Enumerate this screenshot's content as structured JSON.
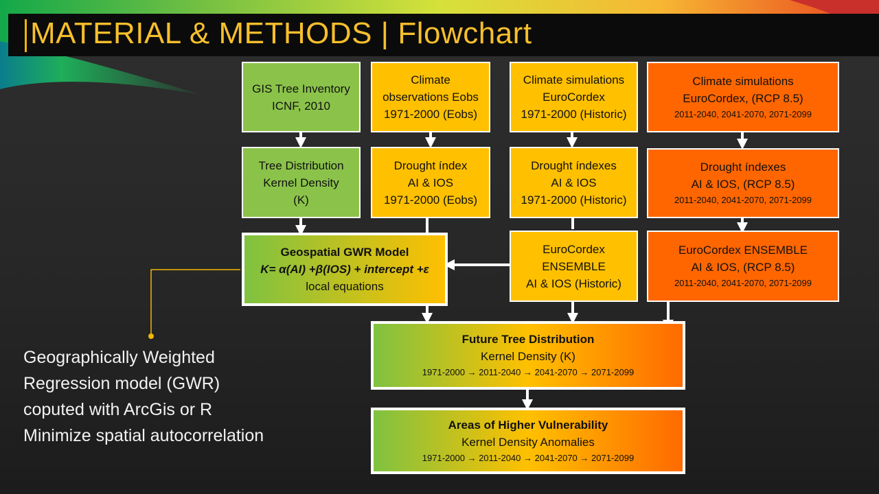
{
  "title": "MATERIAL & METHODS | Flowchart",
  "boxes": {
    "gis": {
      "line1": "GIS Tree Inventory",
      "line2": "ICNF, 2010"
    },
    "clim_obs": {
      "line1": "Climate",
      "line2": "observations Eobs",
      "line3": "1971-2000 (Eobs)"
    },
    "clim_sim_hist": {
      "line1": "Climate simulations",
      "line2": "EuroCordex",
      "line3": "1971-2000 (Historic)"
    },
    "clim_sim_rcp": {
      "line1": "Climate simulations",
      "line2": "EuroCordex, (RCP 8.5)",
      "line3": "2011-2040, 2041-2070, 2071-2099"
    },
    "tree_dist": {
      "line1": "Tree Distribution",
      "line2": "Kernel Density",
      "line3": "(K)"
    },
    "drought_obs": {
      "line1": "Drought índex",
      "line2": "AI & IOS",
      "line3": "1971-2000 (Eobs)"
    },
    "drought_hist": {
      "line1": "Drought índexes",
      "line2": "AI & IOS",
      "line3": "1971-2000 (Historic)"
    },
    "drought_rcp": {
      "line1": "Drought índexes",
      "line2": "AI & IOS,  (RCP 8.5)",
      "line3": "2011-2040, 2041-2070, 2071-2099"
    },
    "gwr": {
      "line1": "Geospatial GWR Model",
      "line2": "K= α(AI) +β(IOS) + intercept +ε",
      "line3": "local equations"
    },
    "ens_hist": {
      "line1": "EuroCordex",
      "line2": "ENSEMBLE",
      "line3": "AI & IOS (Historic)"
    },
    "ens_rcp": {
      "line1": "EuroCordex ENSEMBLE",
      "line2": "AI & IOS, (RCP 8.5)",
      "line3": "2011-2040, 2041-2070, 2071-2099"
    },
    "future": {
      "line1": "Future Tree Distribution",
      "line2": "Kernel Density (K)",
      "line3": "1971-2000 → 2011-2040 → 2041-2070 → 2071-2099"
    },
    "vuln": {
      "line1": "Areas of Higher Vulnerability",
      "line2": "Kernel Density Anomalies",
      "line3": "1971-2000 → 2011-2040 → 2041-2070 → 2071-2099"
    }
  },
  "note": {
    "line1": "Geographically  Weighted",
    "line2": "Regression model (GWR)",
    "line3": "coputed with ArcGis or R",
    "line4": "Minimize spatial autocorrelation"
  },
  "colors": {
    "green": "#8bc34a",
    "yellow": "#ffc000",
    "orange": "#ff6600",
    "title": "#f6bf2c"
  }
}
